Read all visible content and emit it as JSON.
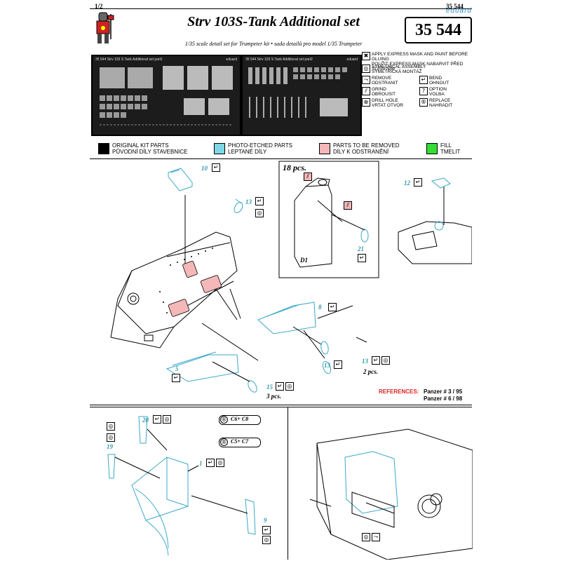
{
  "header": {
    "page": "1/2",
    "code_small": "35 544",
    "title": "Strv 103S-Tank Additional set",
    "subtitle": "1/35 scale detail set for Trumpeter kit • sada detailů pro model 1/35 Trumpeter",
    "brand": "eduard",
    "code": "35 544"
  },
  "frets": {
    "left_label": "35 544  Strv 103 S Tank Additional set  part1",
    "left_brand": "eduard",
    "right_label": "35 544  Strv 103 S Tank Additional set  part2",
    "right_brand": "eduard"
  },
  "symbols": [
    {
      "icon": "✖",
      "text": "APPLY EXPRESS MASK AND PAINT BEFORE GLUING\nPOUŽIT EXPRESS MASK NABARVIT PŘED SLEPENÍM"
    },
    {
      "icon": "◎",
      "text": "SYMETRICAL ASSEMBLY\nSYMETRICKÁ MONTÁŽ"
    },
    {
      "icon": "⤳",
      "text": "REMOVE\nODSTRANIT"
    },
    {
      "icon": "⫽",
      "text": "GRIND\nOBROUSIT"
    },
    {
      "icon": "⊕",
      "text": "DRILL HOLE\nVRTAT OTVOR"
    },
    {
      "icon": "↵",
      "text": "BEND\nOHNOUT"
    },
    {
      "icon": "?",
      "text": "OPTION\nVOLBA"
    },
    {
      "icon": "®",
      "text": "REPLACE\nNAHRADIT"
    }
  ],
  "color_key": [
    {
      "color": "#000000",
      "line1": "ORIGINAL KIT PARTS",
      "line2": "PŮVODNÍ DÍLY STAVEBNICE"
    },
    {
      "color": "#7fd7e6",
      "line1": "PHOTO-ETCHED PARTS",
      "line2": "LEPTANÉ DÍLY"
    },
    {
      "color": "#f4b8b8",
      "line1": "PARTS TO BE REMOVED",
      "line2": "DÍLY K ODSTRANĚNÍ"
    },
    {
      "color": "#33dd33",
      "line1": "FILL",
      "line2": "TMELIT"
    }
  ],
  "main": {
    "p10": "10",
    "p13a": "13",
    "p8": "8",
    "p5": "5",
    "p13b": "13",
    "p15": "15",
    "p13c": "13",
    "two_pcs": "2 pcs.",
    "three_pcs": "3 pcs."
  },
  "inset1": {
    "count": "18 pcs.",
    "part": "D1",
    "p21": "21"
  },
  "inset2": {
    "p12": "12"
  },
  "references": {
    "label": "REFERENCES:",
    "items": [
      "Panzer # 3 / 95",
      "Panzer # 6 / 98"
    ]
  },
  "bottom_left": {
    "p20": "20",
    "p19": "19",
    "p1": "1",
    "p9": "9",
    "opt1": "C6+ C8",
    "opt2": "C5+ C7"
  },
  "colors": {
    "photo_etched": "#3aa8c8",
    "remove": "#f4b8b8",
    "fill": "#33dd33",
    "brand": "#2d8fd0"
  }
}
